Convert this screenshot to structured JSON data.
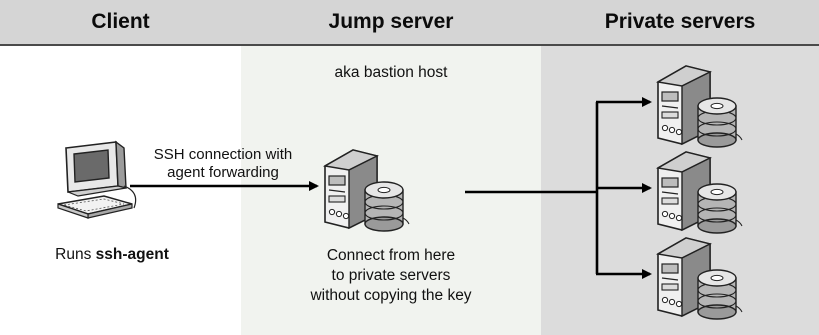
{
  "header": {
    "client": "Client",
    "jump": "Jump server",
    "private": "Private servers"
  },
  "jump_subtitle": "aka bastion host",
  "connection_label": {
    "line1": "SSH connection with",
    "line2": "agent forwarding"
  },
  "client_caption": {
    "prefix": "Runs ",
    "bold": "ssh-agent"
  },
  "jump_caption": {
    "line1": "Connect from here",
    "line2": "to private servers",
    "line3": "without copying the key"
  },
  "colors": {
    "header_bg": "#d5d5d5",
    "jump_band": "#f1f3ef",
    "private_band": "#dcdcdc",
    "arrow": "#000000"
  },
  "icons": {
    "client": "desktop-computer-icon",
    "server": "server-with-disks-icon"
  }
}
